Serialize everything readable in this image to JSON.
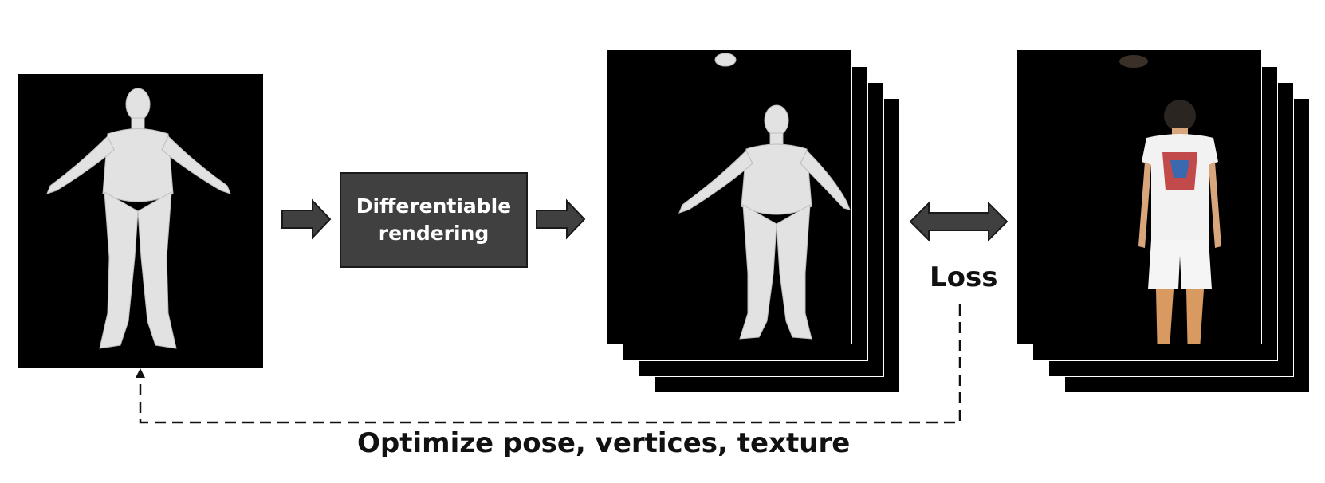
{
  "process_box": {
    "line1": "Differentiable",
    "line2": "rendering"
  },
  "loss_label": "Loss",
  "feedback_caption": "Optimize pose, vertices, texture",
  "colors": {
    "arrow_fill": "#404040",
    "arrow_stroke": "#1a1a1a",
    "panel_bg": "#000000",
    "mannequin": "#e2e2e2"
  }
}
